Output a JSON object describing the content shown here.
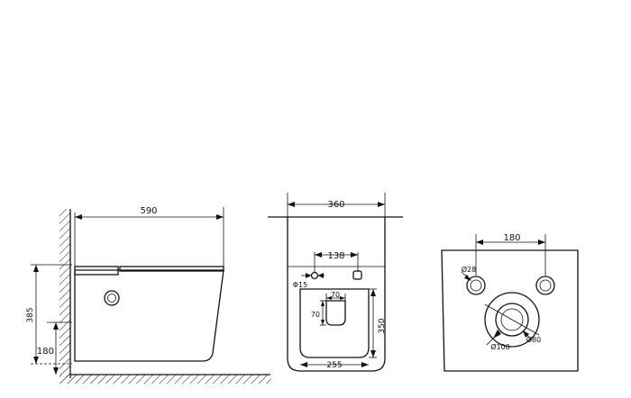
{
  "side_view": {
    "width_label": "590",
    "height_label": "385",
    "outlet_height_label": "180"
  },
  "front_view": {
    "width_label": "360",
    "inlet_spacing_label": "138",
    "inlet_diameter_label": "Φ15",
    "tank_inner_width_label": "70",
    "tank_inner_height_label": "70",
    "bowl_height_label": "350",
    "bowl_width_label": "255"
  },
  "rear_view": {
    "bolt_spacing_label": "180",
    "bolt_diameter_label": "Ø28",
    "outlet_diameter_label": "Ø100",
    "outlet_inner_label": "Ø80"
  }
}
